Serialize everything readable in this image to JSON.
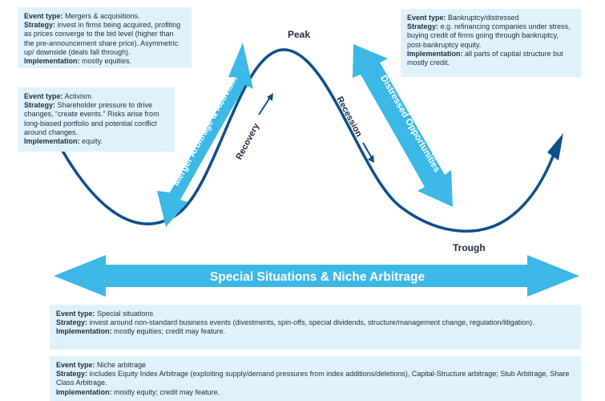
{
  "labels": {
    "peak": "Peak",
    "trough": "Trough",
    "recovery": "Recovery",
    "recession": "Recession",
    "merger_arrow": "Merger Arbitrage & Activism",
    "distressed_arrow": "Distressed Opportunities",
    "special_bar": "Special Situations & Niche Arbitrage"
  },
  "boxes": {
    "ma": {
      "event_label": "Event type:",
      "event": "Mergers & acquisitions.",
      "strategy_label": "Strategy:",
      "strategy": "invest in firms being acquired, profiting as prices converge to the bid level (higher than the pre-announcement share price). Asymmetric up/ downside (deals fall through).",
      "impl_label": "Implementation:",
      "impl": "mostly equities."
    },
    "activism": {
      "event_label": "Event type:",
      "event": "Activism",
      "strategy_label": "Strategy:",
      "strategy": "Shareholder pressure to drive changes, “create events.” Risks arise from long-biased portfolio and potential conflict around changes.",
      "impl_label": "Implementation:",
      "impl": "equity."
    },
    "distressed": {
      "event_label": "Event type:",
      "event": "Bankruptcy/distressed",
      "strategy_label": "Strategy:",
      "strategy": "e.g. refinancing companies under stress, buying credit of firms going through bankruptcy, post-bankruptcy equity.",
      "impl_label": "Implementation:",
      "impl": "all parts of capital structure but mostly credit."
    },
    "special": {
      "event_label": "Event type:",
      "event": "Special situations",
      "strategy_label": "Strategy:",
      "strategy": "invest around non-standard business events (divestments, spin-offs, special dividends, structure/management change, regulation/litigation).",
      "impl_label": "Implementation:",
      "impl": "mostly equities; credit may feature."
    },
    "niche": {
      "event_label": "Event type:",
      "event": "Niche arbitrage",
      "strategy_label": "Strategy:",
      "strategy": "includes Equity Index Arbitrage (exploiting supply/demand pressures from index additions/deletions), Capital-Structure arbitrage; Stub Arbitrage, Share Class Arbitrage.",
      "impl_label": "Implementation:",
      "impl": "mostly equity; credit may feature."
    }
  },
  "colors": {
    "curve": "#0d4f8b",
    "arrow": "#3bb8e6",
    "box": "#dff2fb",
    "text": "#1f2d3d"
  }
}
